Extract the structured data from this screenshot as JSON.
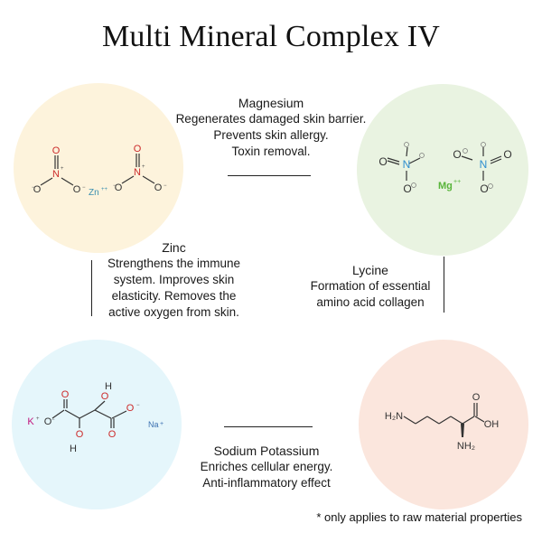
{
  "title": "Multi Mineral Complex IV",
  "magnesium": {
    "name": "Magnesium",
    "lines": [
      "Regenerates damaged skin barrier.",
      "Prevents skin allergy.",
      "Toxin removal."
    ]
  },
  "zinc": {
    "name": "Zinc",
    "lines": [
      "Strengthens the immune",
      "system. Improves skin",
      "elasticity. Removes the",
      "active oxygen from skin."
    ]
  },
  "lycine": {
    "name": "Lycine",
    "lines": [
      "Formation of essential",
      "amino acid collagen"
    ]
  },
  "sodium_potassium": {
    "name": "Sodium Potassium",
    "lines": [
      "Enriches cellular energy.",
      "Anti-inflammatory effect"
    ]
  },
  "footnote": "* only applies to raw material properties",
  "molecules": {
    "zn_ion": "Zn",
    "mg_ion": "Mg",
    "k_ion": "K",
    "na_ion": "Na",
    "nitrogen": "N",
    "oxygen": "O",
    "hydrogen": "H",
    "h2n": "H₂N",
    "nh2": "NH₂",
    "oh": "OH"
  },
  "colors": {
    "zinc_circle": "#fdf3dc",
    "magnesium_circle": "#e9f3e1",
    "sodium_circle": "#e5f6fb",
    "lysine_circle": "#fbe6dd",
    "oxygen": "#cc2b2b",
    "nitrogen": "#2f8fd0",
    "magnesium": "#58b43a",
    "potassium": "#c0157d"
  }
}
